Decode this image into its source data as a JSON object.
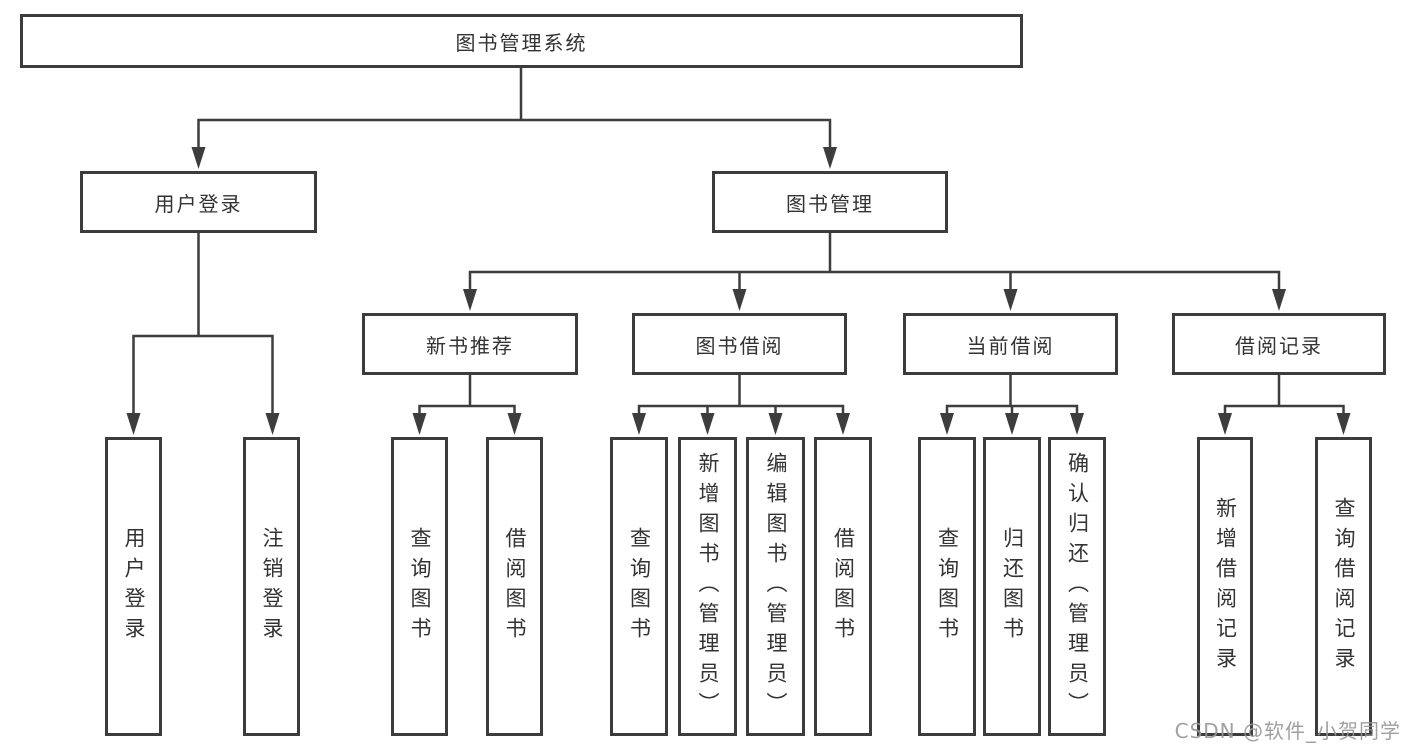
{
  "diagram": {
    "root": {
      "label": "图书管理系统"
    },
    "children": [
      {
        "label": "用户登录",
        "children": [
          {
            "label": "用户登录"
          },
          {
            "label": "注销登录"
          }
        ]
      },
      {
        "label": "图书管理",
        "children": [
          {
            "label": "新书推荐",
            "children": [
              {
                "label": "查询图书"
              },
              {
                "label": "借阅图书"
              }
            ]
          },
          {
            "label": "图书借阅",
            "children": [
              {
                "label": "查询图书"
              },
              {
                "label": "新增图书（管理员）"
              },
              {
                "label": "编辑图书（管理员）"
              },
              {
                "label": "借阅图书"
              }
            ]
          },
          {
            "label": "当前借阅",
            "children": [
              {
                "label": "查询图书"
              },
              {
                "label": "归还图书"
              },
              {
                "label": "确认归还（管理员）"
              }
            ]
          },
          {
            "label": "借阅记录",
            "children": [
              {
                "label": "新增借阅记录"
              },
              {
                "label": "查询借阅记录"
              }
            ]
          }
        ]
      }
    ]
  },
  "watermark": {
    "text": "CSDN @软件_小贺同学"
  },
  "colors": {
    "line": "#3d3d3d",
    "text": "#333333",
    "watermark": "#969696",
    "background": "#ffffff"
  }
}
